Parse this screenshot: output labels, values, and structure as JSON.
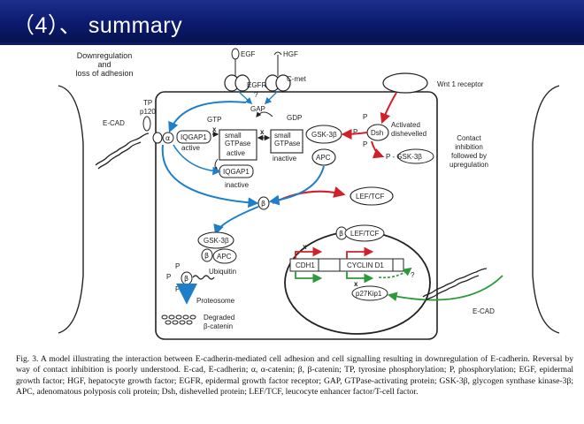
{
  "slide": {
    "title": "（4）、 summary"
  },
  "diagram": {
    "labels": {
      "downregulation": [
        "Downregulation",
        "and",
        "loss of adhesion"
      ],
      "egf": "EGF",
      "hgf": "HGF",
      "egfr": "EGFR",
      "cmet": "C-met",
      "qmark_top": "?",
      "gap": "GAP",
      "wnt1": "Wnt 1 receptor",
      "ecad_left": "E-CAD",
      "tp": "TP",
      "p120": "p120",
      "gtp": "GTP",
      "gdp": "GDP",
      "iqgap1_active_box": "IQGAP1",
      "active": "active",
      "small_gtpase_active": [
        "small",
        "GTPase",
        "active"
      ],
      "small_gtpase_inactive": [
        "small",
        "GTPase",
        "inactive"
      ],
      "iqgap1_inactive_box": "IQGAP1",
      "inactive": "inactive",
      "gsk3b": "GSK-3β",
      "apc": "APC",
      "p": "P",
      "dsh": "Dsh",
      "activated_dishevelled": [
        "Activated",
        "dishevelled"
      ],
      "p_gsk3b": "P - GSK-3β",
      "contact_inhibition": [
        "Contact",
        "inhibition",
        "followed by",
        "upregulation"
      ],
      "lef_tcf": "LEF/TCF",
      "beta": "β",
      "alpha": "α",
      "lef_tcf_nuclear": "LEF/TCF",
      "cdh1": "CDH1",
      "cyclin_d1": "CYCLIN D1",
      "qmark_nucleus": "?",
      "p27kip1": "p27Kip1",
      "gsk3b_complex": "GSK-3β",
      "apc_complex": "APC",
      "ubiquitin": "Ubiquitin",
      "proteosome": "Proteosome",
      "degraded": [
        "Degraded",
        "β-catenin"
      ],
      "ecad_right": "E-CAD",
      "x_mark": "x"
    }
  },
  "caption": {
    "text": "Fig. 3.  A model illustrating the interaction between E-cadherin-mediated cell adhesion and cell signalling resulting in downregulation of E-cadherin. Reversal by way of contact inhibition is poorly understood. E-cad, E-cadherin; α, α-catenin; β, β-catenin; TP, tyrosine phosphorylation; P, phosphorylation; EGF, epidermal growth factor; HGF, hepatocyte growth factor; EGFR, epidermal growth factor receptor; GAP, GTPase-activating protein; GSK-3β, glycogen synthase kinase-3β; APC, adenomatous polyposis coli protein; Dsh, dishevelled protein; LEF/TCF, leucocyte enhancer factor/T-cell factor."
  },
  "colors": {
    "header_bg": "#0b1a6e",
    "blue_arrow": "#1e7fc8",
    "red_arrow": "#d0202a",
    "green_arrow": "#2a9a3a"
  }
}
